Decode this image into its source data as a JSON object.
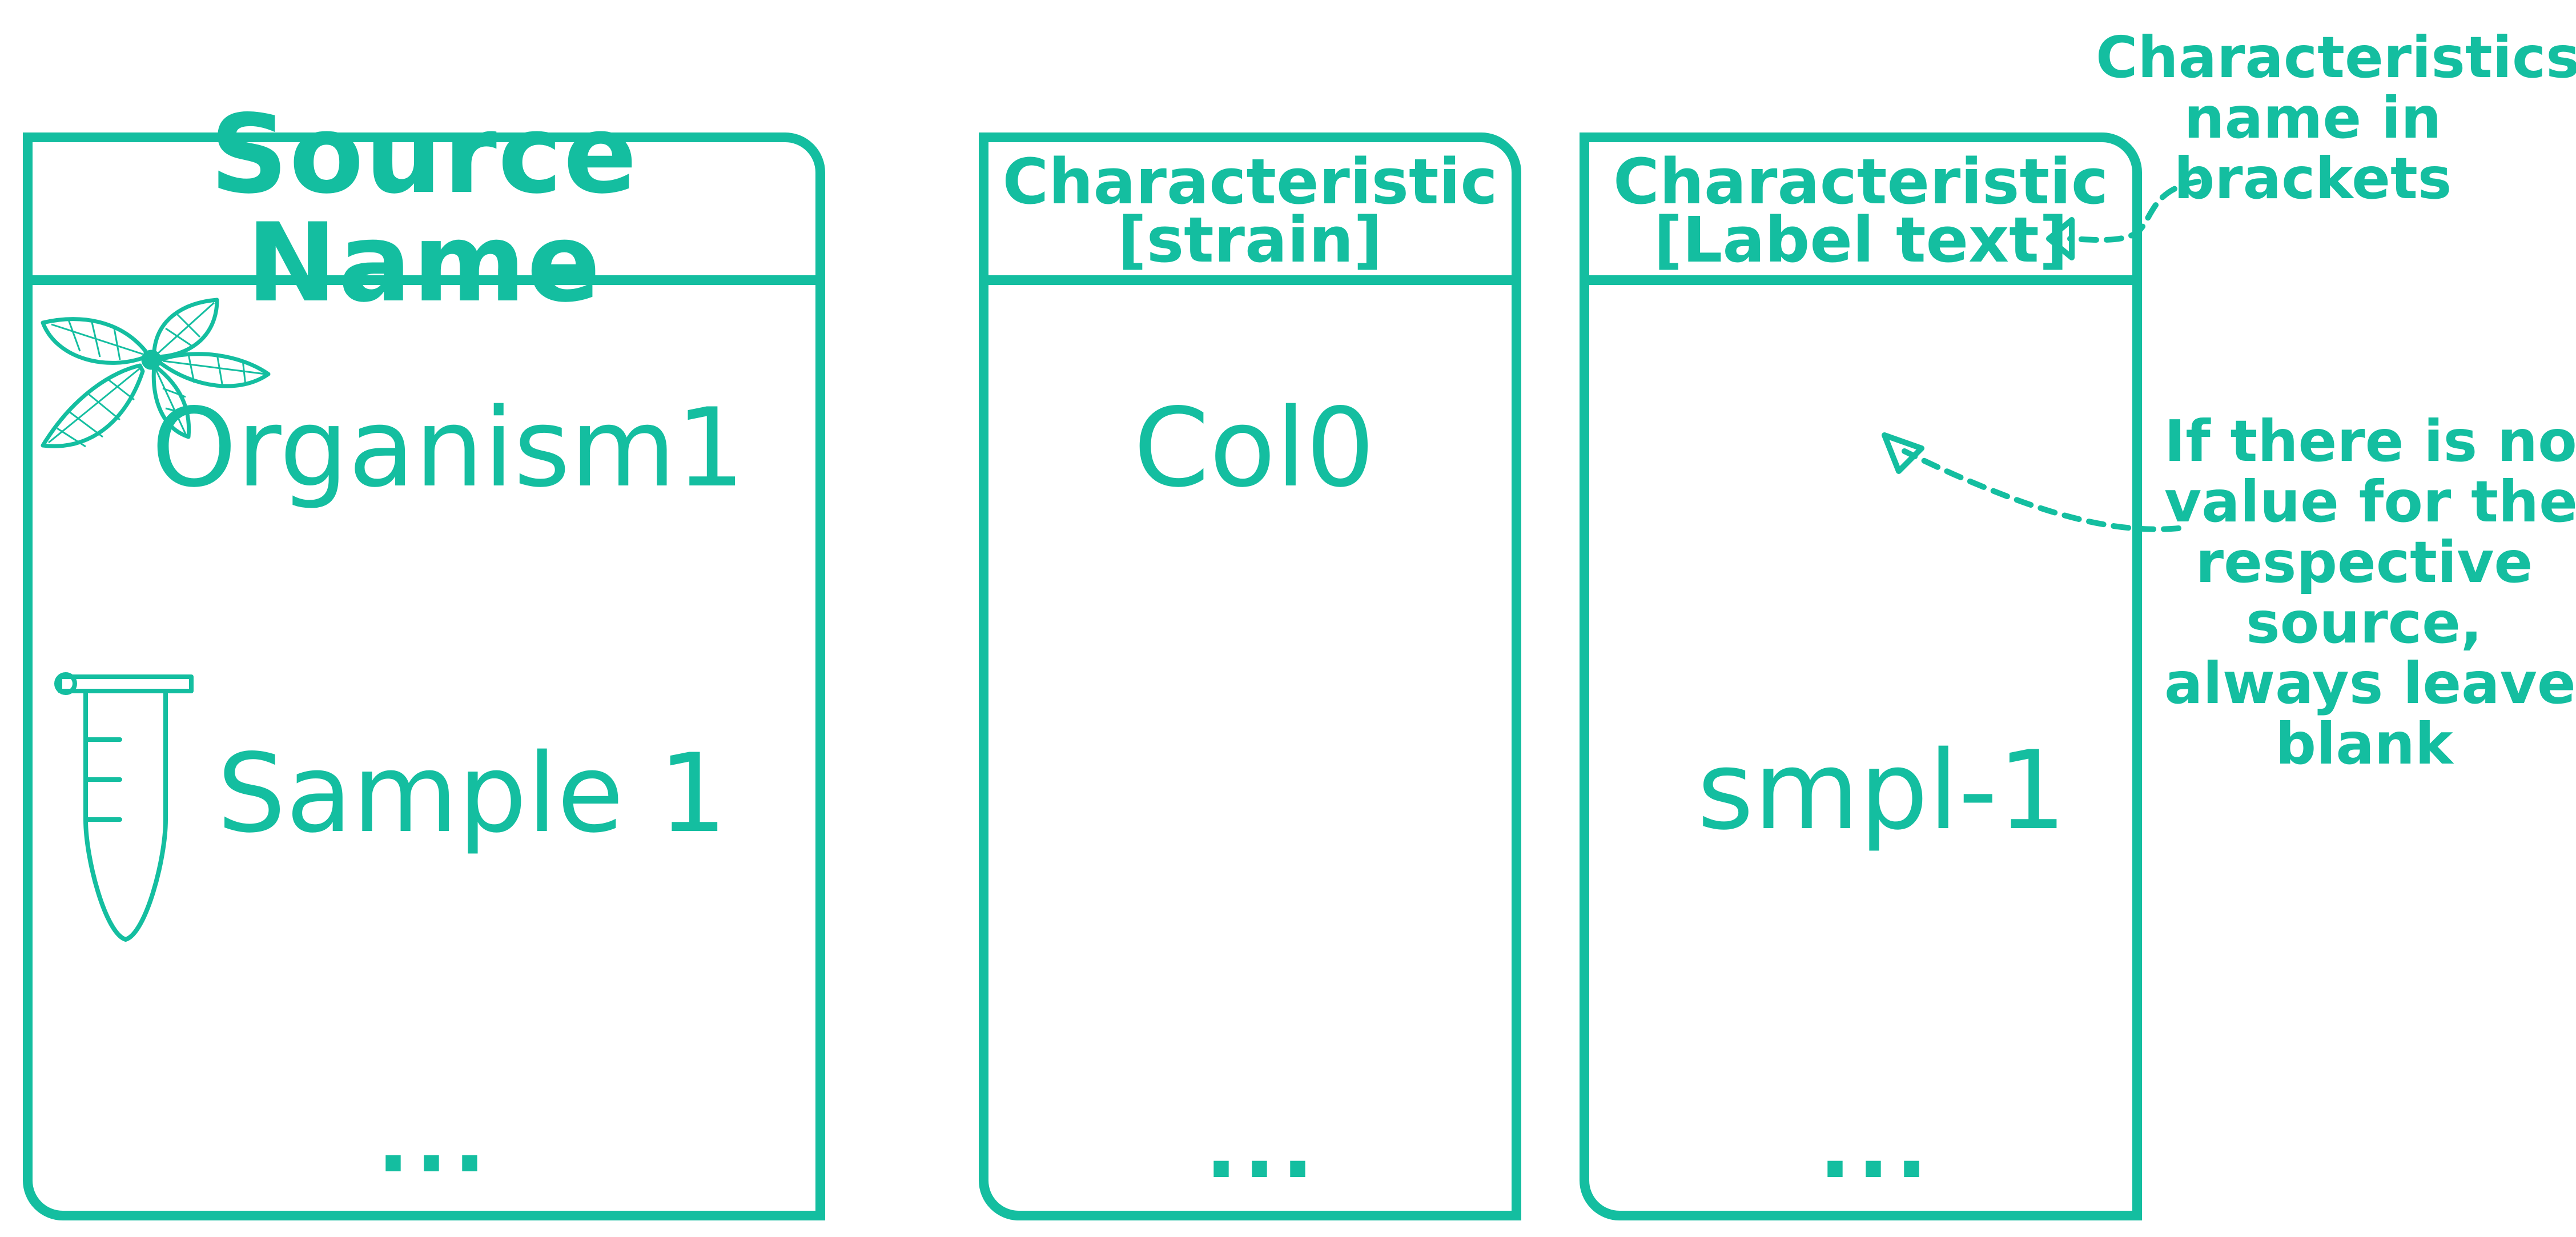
{
  "theme": {
    "accent": "#14bea0",
    "background": "#ffffff"
  },
  "columns": [
    {
      "header_lines": [
        "Source Name"
      ],
      "cells": [
        {
          "text": "Organism1",
          "icon": "plant-icon"
        },
        {
          "text": "Sample 1",
          "icon": "sample-tube-icon"
        }
      ],
      "ellipsis": "..."
    },
    {
      "header_lines": [
        "Characteristic",
        "[strain]"
      ],
      "cells": [
        {
          "text": "Col0"
        },
        {
          "text": ""
        }
      ],
      "ellipsis": "..."
    },
    {
      "header_lines": [
        "Characteristic",
        "[Label text]"
      ],
      "cells": [
        {
          "text": ""
        },
        {
          "text": "smpl-1"
        }
      ],
      "ellipsis": "..."
    }
  ],
  "annotations": [
    {
      "lines": [
        "Characteristics",
        "name in",
        "brackets"
      ]
    },
    {
      "lines": [
        "If there is no",
        "value for the",
        "respective",
        "source,",
        "always leave",
        "blank"
      ]
    }
  ]
}
